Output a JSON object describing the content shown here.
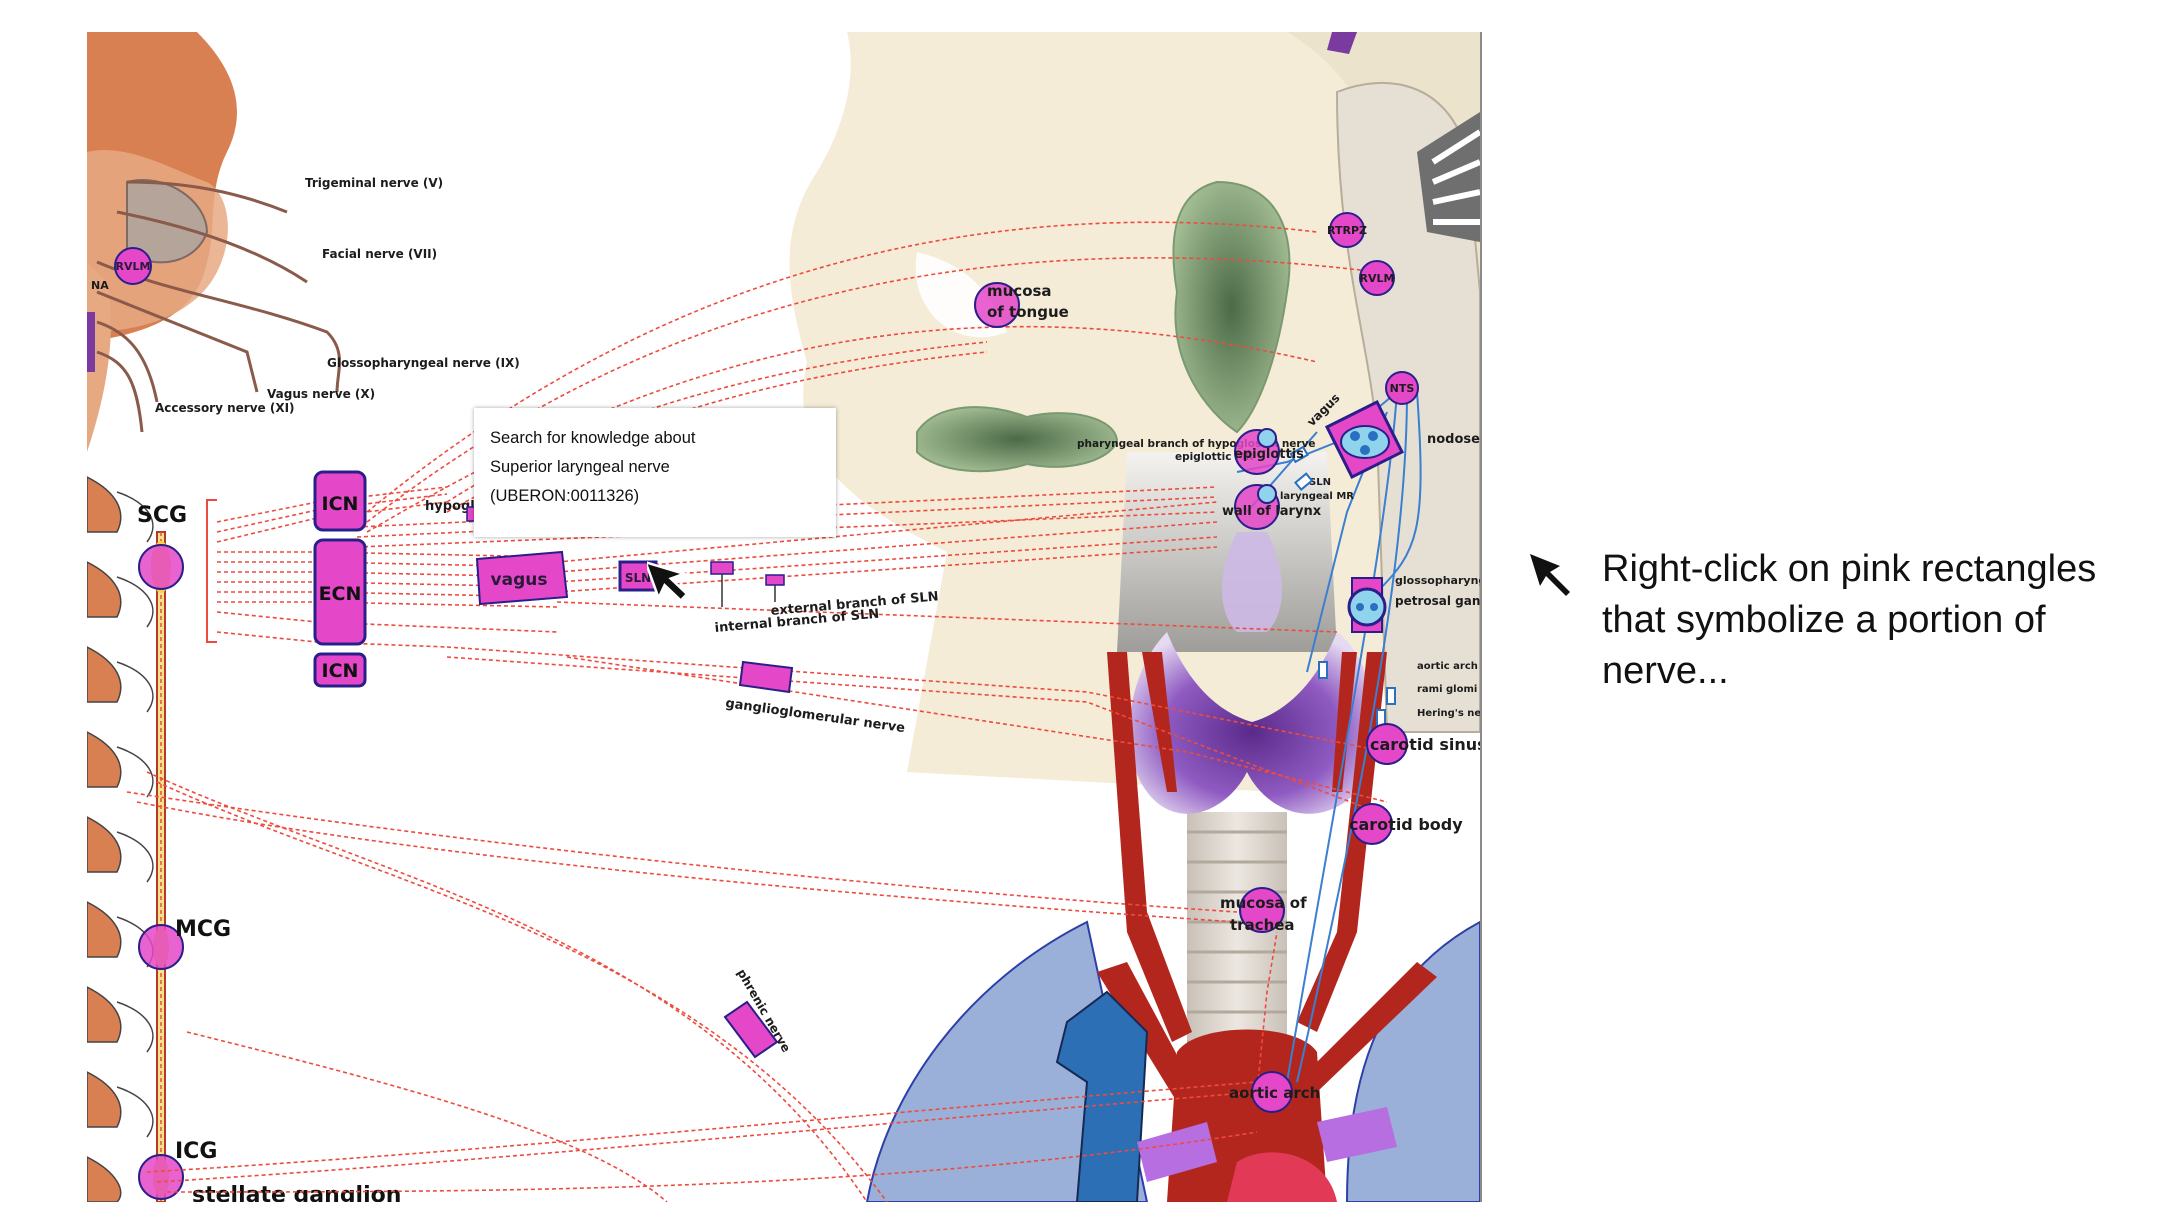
{
  "tooltip": {
    "line1": "Search for knowledge about",
    "line2": "Superior laryngeal nerve",
    "line3": "(UBERON:0011326)"
  },
  "caption": {
    "text": "Right-click on pink rectangles that symbolize a portion of nerve..."
  },
  "cranial_nerves": {
    "trigeminal": "Trigeminal nerve (V)",
    "facial": "Facial nerve (VII)",
    "glossopharyngeal": "Glossopharyngeal nerve (IX)",
    "vagus": "Vagus nerve (X)",
    "accessory": "Accessory nerve (XI)",
    "rvlm_left": "RVLM",
    "na": "NA"
  },
  "ganglia": {
    "scg": "SCG",
    "mcg": "MCG",
    "icg": "ICG",
    "stellate": "stellate ganglion"
  },
  "nerve_boxes": {
    "icn_top": "ICN",
    "ecn": "ECN",
    "icn_bottom": "ICN",
    "vagus": "vagus",
    "sln": "SLN",
    "hypoglossal": "hypogl"
  },
  "nerve_labels": {
    "external_sln": "external branch of SLN",
    "internal_sln": "internal branch of SLN",
    "ganglioglomerular": "ganglioglomerular nerve",
    "phrenic": "phrenic nerve",
    "pharyngeal_branch": "pharyngeal branch of hypoglossal nerve",
    "epiglottic": "epiglottic MR",
    "sln_small": "SLN",
    "vagus_angled": "vagus",
    "nodose": "nodose",
    "glossopharyngeal_short": "glossopharyngea",
    "petrosal": "petrosal gang",
    "aortic_arch_n": "aortic arch n",
    "rami_glomi": "rami glomi c",
    "herings": "Hering's ner"
  },
  "targets": {
    "mucosa_tongue_1": "mucosa",
    "mucosa_tongue_2": "of tongue",
    "rtrpz": "RTRPZ",
    "rvlm_right": "RVLM",
    "nts": "NTS",
    "epiglottis": "epiglottis",
    "wall_larynx": "wall of larynx",
    "larynx_mr": "laryngeal MR",
    "carotid_sinus": "carotid sinus",
    "carotid_body": "carotid body",
    "mucosa_trachea_1": "mucosa of",
    "mucosa_trachea_2": "trachea",
    "aortic_arch": "aortic arch"
  },
  "colors": {
    "pink_box": "#e447c8",
    "box_border": "#2a1f8a",
    "nerve_dash": "#ee4b3f",
    "artery": "#b3261e",
    "thyroid": "#8a55bd",
    "skin": "#d98053",
    "head_tint": "#f3ead3"
  },
  "icons": {
    "cursor": "mouse-pointer-icon",
    "caption_pointer": "arrow-pointer-icon"
  }
}
